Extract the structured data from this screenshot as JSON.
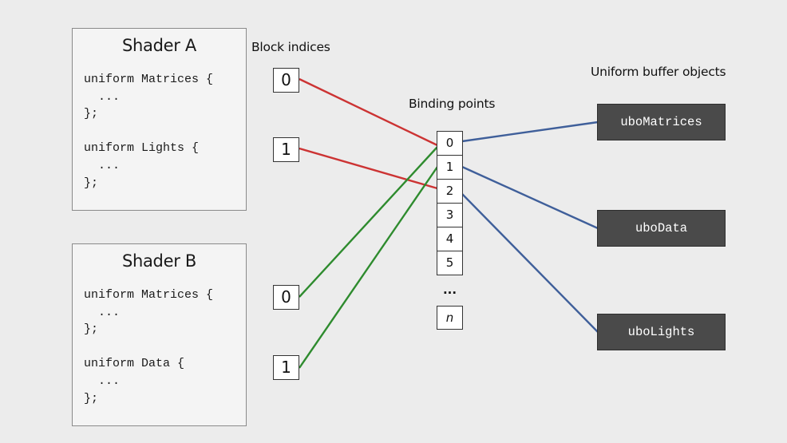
{
  "headings": {
    "block_indices": "Block indices",
    "binding_points": "Binding points",
    "uniform_buffer_objects": "Uniform buffer objects"
  },
  "shader_a": {
    "title": "Shader A",
    "code": "uniform Matrices {\n  ...\n};\n\nuniform Lights {\n  ...\n};",
    "block_indices": [
      "0",
      "1"
    ]
  },
  "shader_b": {
    "title": "Shader B",
    "code": "uniform Matrices {\n  ...\n};\n\nuniform Data {\n  ...\n};",
    "block_indices": [
      "0",
      "1"
    ]
  },
  "binding_points": {
    "cells": [
      "0",
      "1",
      "2",
      "3",
      "4",
      "5"
    ],
    "ellipsis": "...",
    "last": "n"
  },
  "ubos": [
    "uboMatrices",
    "uboData",
    "uboLights"
  ],
  "connections": [
    {
      "from": "shader_a.index.0",
      "to": "binding.0",
      "color": "#cc3333"
    },
    {
      "from": "shader_a.index.1",
      "to": "binding.2",
      "color": "#cc3333"
    },
    {
      "from": "shader_b.index.0",
      "to": "binding.0",
      "color": "#2e8b2e"
    },
    {
      "from": "shader_b.index.1",
      "to": "binding.1",
      "color": "#2e8b2e"
    },
    {
      "from": "binding.0",
      "to": "ubo.uboMatrices",
      "color": "#3f5f9a"
    },
    {
      "from": "binding.1",
      "to": "ubo.uboData",
      "color": "#3f5f9a"
    },
    {
      "from": "binding.2",
      "to": "ubo.uboLights",
      "color": "#3f5f9a"
    }
  ]
}
